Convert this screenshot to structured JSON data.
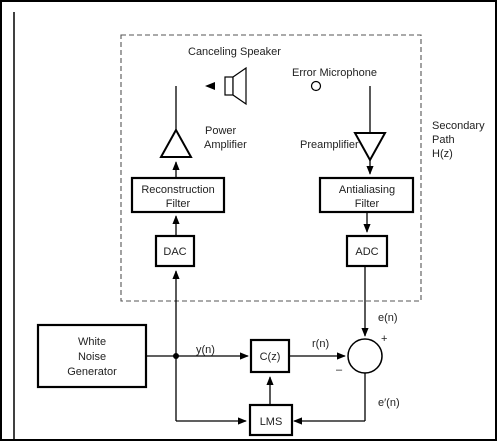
{
  "labels": {
    "canceling_speaker": "Canceling Speaker",
    "error_microphone": "Error Microphone",
    "power_amplifier_1": "Power",
    "power_amplifier_2": "Amplifier",
    "preamplifier": "Preamplifier",
    "secondary_path_1": "Secondary",
    "secondary_path_2": "Path",
    "secondary_path_3": "H(z)",
    "reconstruction_1": "Reconstruction",
    "reconstruction_2": "Filter",
    "antialiasing_1": "Antialiasing",
    "antialiasing_2": "Filter",
    "dac": "DAC",
    "adc": "ADC",
    "white_noise_1": "White",
    "white_noise_2": "Noise",
    "white_noise_3": "Generator",
    "y_n": "y(n)",
    "c_z": "C(z)",
    "r_n": "r(n)",
    "e_n": "e(n)",
    "plus": "+",
    "minus": "–",
    "e_prime_n": "e′(n)",
    "lms": "LMS"
  }
}
